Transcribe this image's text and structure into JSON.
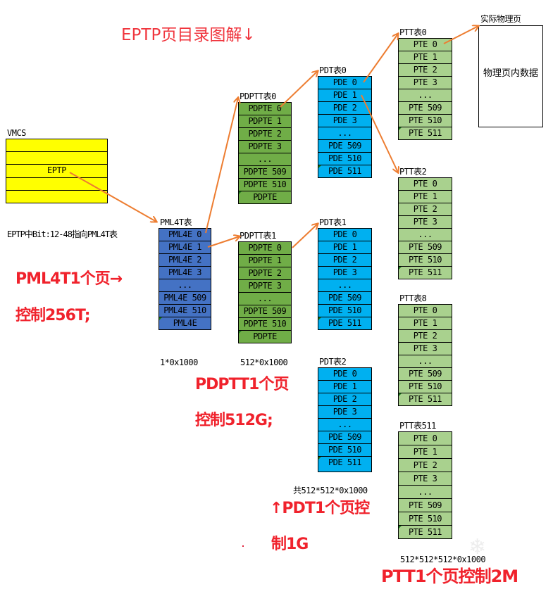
{
  "title": "EPTP页目录图解↓",
  "vmcs": {
    "label": "VMCS",
    "rows": [
      "",
      "",
      "EPTP",
      "",
      ""
    ]
  },
  "eptp_note": "EPTP中Bit:12-48指向PML4T表",
  "pml4t": {
    "label": "PML4T表",
    "rows": [
      "PML4E 0",
      "PML4E 1",
      "PML4E 2",
      "PML4E 3",
      "...",
      "PML4E 509",
      "PML4E 510",
      "PML4E"
    ],
    "size": "1*0x1000"
  },
  "pdptt0": {
    "label": "PDPTT表0",
    "rows": [
      "PDPTE 0",
      "PDPTE 1",
      "PDPTE 2",
      "PDPTE 3",
      "...",
      "PDPTE 509",
      "PDPTE 510",
      "PDPTE"
    ]
  },
  "pdptt1": {
    "label": "PDPTT表1",
    "rows": [
      "PDPTE 0",
      "PDPTE 1",
      "PDPTE 2",
      "PDPTE 3",
      "...",
      "PDPTE 509",
      "PDPTE 510",
      "PDPTE"
    ],
    "size": "512*0x1000"
  },
  "pdt0": {
    "label": "PDT表0",
    "rows": [
      "PDE 0",
      "PDE 1",
      "PDE 2",
      "PDE 3",
      "...",
      "PDE 509",
      "PDE 510",
      "PDE 511"
    ]
  },
  "pdt1": {
    "label": "PDT表1",
    "rows": [
      "PDE 0",
      "PDE 1",
      "PDE 2",
      "PDE 3",
      "...",
      "PDE 509",
      "PDE 510",
      "PDE 511"
    ]
  },
  "pdt2": {
    "label": "PDT表2",
    "rows": [
      "PDE 0",
      "PDE 1",
      "PDE 2",
      "PDE 3",
      "...",
      "PDE 509",
      "PDE 510",
      "PDE 511"
    ],
    "size": "共512*512*0x1000"
  },
  "ptt0": {
    "label": "PTT表0",
    "rows": [
      "PTE 0",
      "PTE 1",
      "PTE 2",
      "PTE 3",
      "...",
      "PTE 509",
      "PTE 510",
      "PTE 511"
    ]
  },
  "ptt2": {
    "label": "PTT表2",
    "rows": [
      "PTE 0",
      "PTE 1",
      "PTE 2",
      "PTE 3",
      "...",
      "PTE 509",
      "PTE 510",
      "PTE 511"
    ]
  },
  "ptt8": {
    "label": "PTT表8",
    "rows": [
      "PTE 0",
      "PTE 1",
      "PTE 2",
      "PTE 3",
      "...",
      "PTE 509",
      "PTE 510",
      "PTE 511"
    ]
  },
  "ptt511": {
    "label": "PTT表511",
    "rows": [
      "PTE 0",
      "PTE 1",
      "PTE 2",
      "PTE 3",
      "...",
      "PTE 509",
      "PTE 510",
      "PTE 511"
    ],
    "size": "512*512*512*0x1000"
  },
  "physical_page": {
    "label": "实际物理页",
    "content": "物理页内数据"
  },
  "notes": {
    "pml4t_line1": "PML4T1个页→",
    "pml4t_line2": "控制256T;",
    "pdptt_line1": "PDPTT1个页",
    "pdptt_line2": "控制512G;",
    "pdt_line1": "↑PDT1个页控",
    "pdt_line2": "制1G",
    "ptt_line1": "PTT1个页控制2M"
  },
  "colors": {
    "pml4t": "#4472c4",
    "pdptt": "#70ad47",
    "pdt": "#00b0f0",
    "ptt": "#a9d18e",
    "vmcs": "#ffff00",
    "arrow": "#ed7d31",
    "note": "#f0222c"
  }
}
